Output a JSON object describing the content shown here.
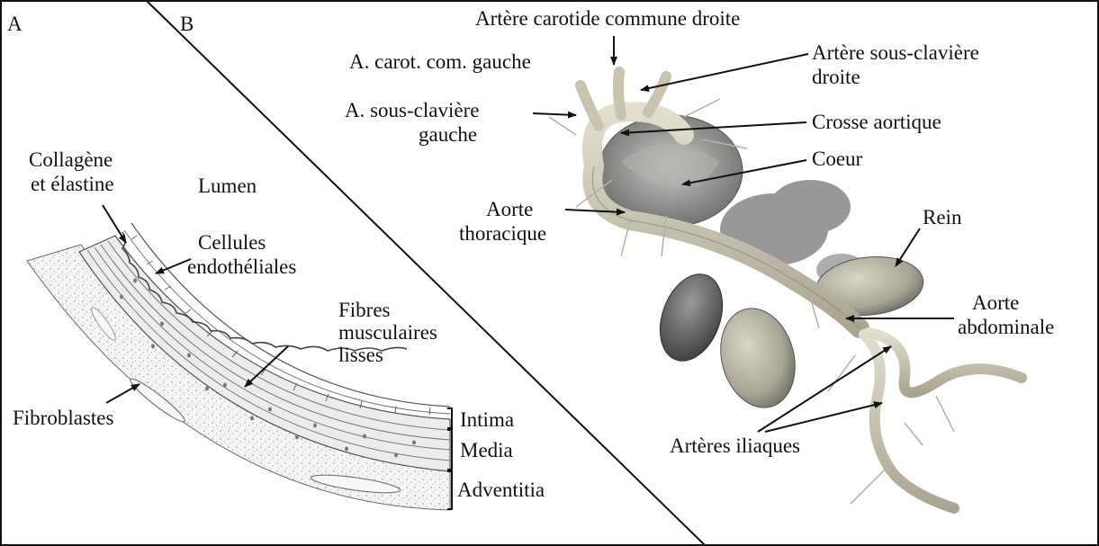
{
  "panels": {
    "a_letter": "A",
    "b_letter": "B"
  },
  "panel_a": {
    "lumen": "Lumen",
    "collagen_line1": "Collagène",
    "collagen_line2": "et élastine",
    "endo_line1": "Cellules",
    "endo_line2": "endothéliales",
    "smooth_line1": "Fibres",
    "smooth_line2": "musculaires",
    "smooth_line3": "lisses",
    "fibroblasts": "Fibroblastes",
    "intima": "Intima",
    "media": "Media",
    "adventitia": "Adventitia"
  },
  "panel_b": {
    "carotid_right": "Artère carotide commune droite",
    "carotid_left": "A. carot. com. gauche",
    "subclavian_right_line1": "Artère sous-clavière",
    "subclavian_right_line2": "droite",
    "subclavian_left_line1": "A. sous-clavière",
    "subclavian_left_line2": "gauche",
    "aortic_arch": "Crosse aortique",
    "heart": "Coeur",
    "thoracic_line1": "Aorte",
    "thoracic_line2": "thoracique",
    "kidney": "Rein",
    "abdominal_line1": "Aorte",
    "abdominal_line2": "abdominale",
    "iliac": "Artères iliaques"
  }
}
